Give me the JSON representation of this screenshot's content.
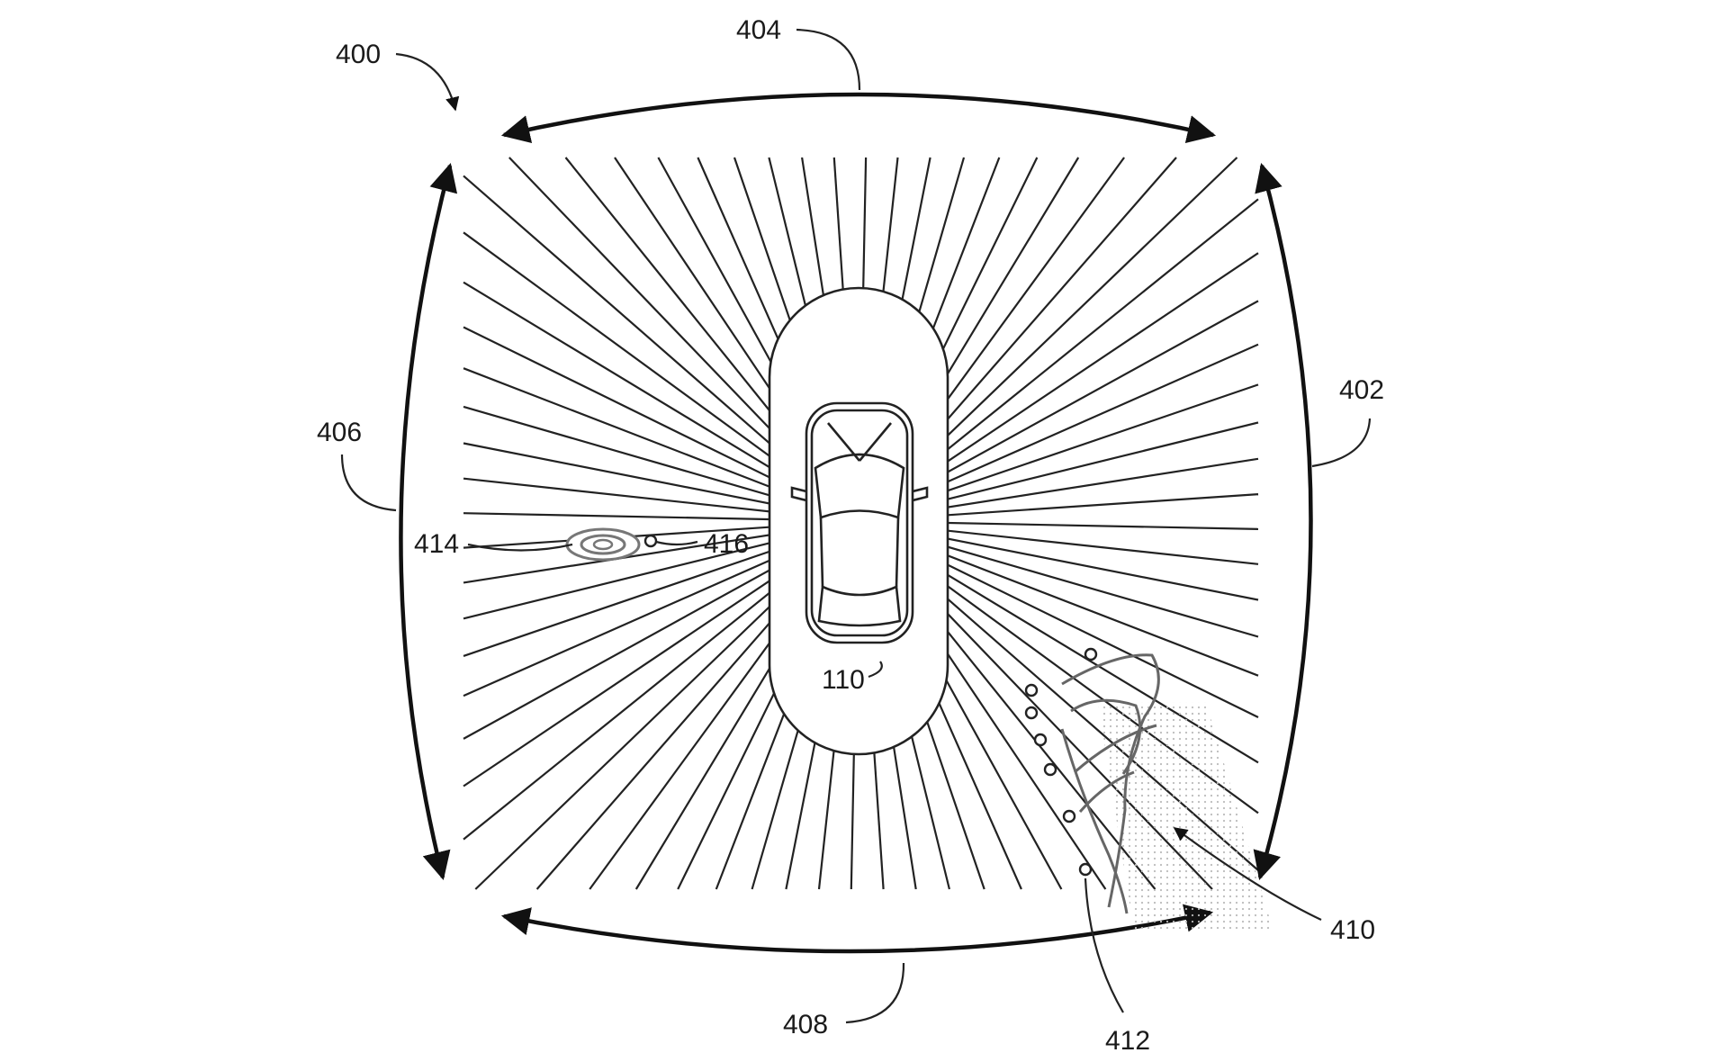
{
  "figure": {
    "labels": {
      "figure_ref": "400",
      "right_zone": "402",
      "top_zone": "404",
      "left_zone": "406",
      "bottom_zone": "408",
      "vehicle": "110",
      "object_region": "410",
      "object_points": "412",
      "small_object": "414",
      "small_object_point": "416"
    },
    "colors": {
      "line": "#222222",
      "background": "#ffffff"
    }
  }
}
